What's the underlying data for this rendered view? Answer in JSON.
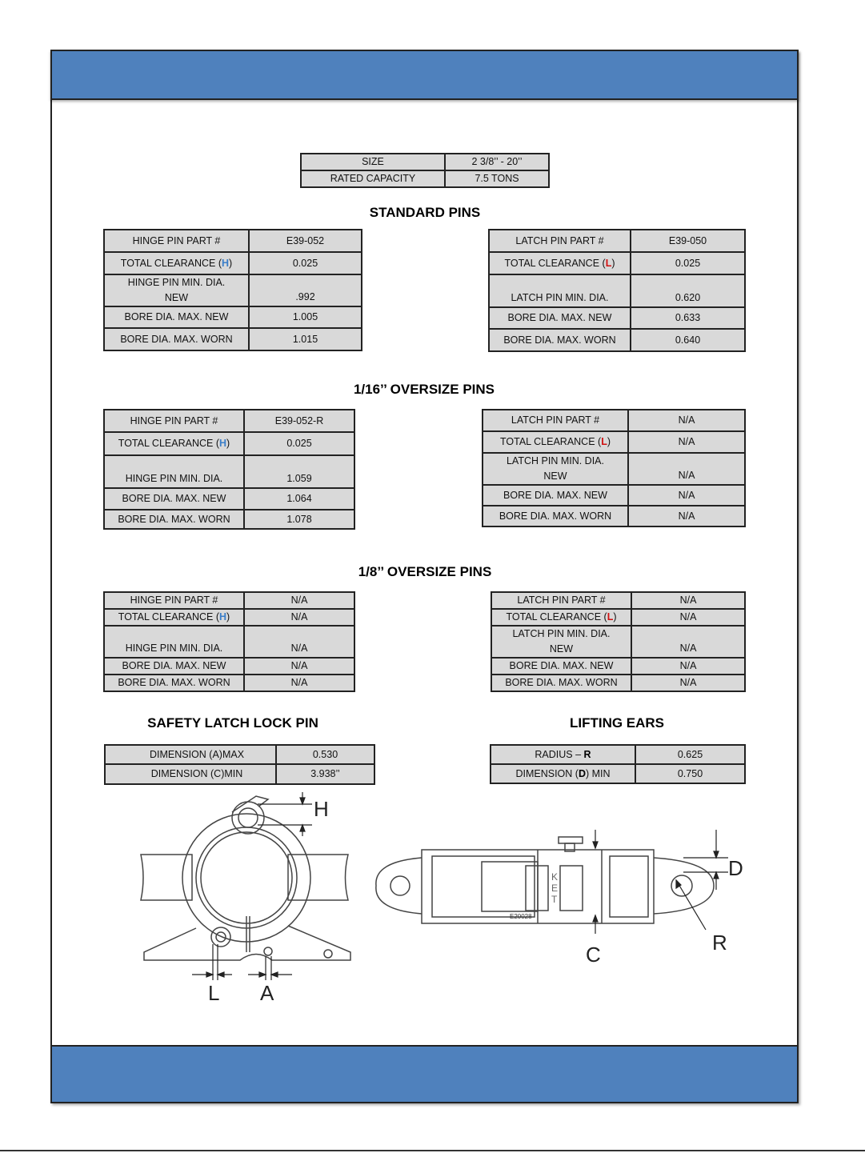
{
  "summary": {
    "rows": [
      {
        "label": "SIZE",
        "value": "2 3/8’’ - 20’’"
      },
      {
        "label": "RATED CAPACITY",
        "value": "7.5 TONS"
      }
    ]
  },
  "standard": {
    "title": "STANDARD PINS",
    "hinge": {
      "part_label": "HINGE PIN PART #",
      "part_value": "E39-052",
      "clear_pre": "TOTAL CLEARANCE (",
      "clear_letter": "H",
      "clear_post": ")",
      "clear_value": "0.025",
      "min_line1": "HINGE PIN MIN. DIA.",
      "min_line2": "NEW",
      "min_value": ".992",
      "bore_new_label": "BORE DIA. MAX. NEW",
      "bore_new_value": "1.005",
      "bore_worn_label": "BORE DIA. MAX. WORN",
      "bore_worn_value": "1.015"
    },
    "latch": {
      "part_label": "LATCH PIN PART #",
      "part_value": "E39-050",
      "clear_pre": "TOTAL CLEARANCE (",
      "clear_letter": "L",
      "clear_post": ")",
      "clear_value": "0.025",
      "min_label": "LATCH PIN MIN. DIA.",
      "min_value": "0.620",
      "bore_new_label": "BORE DIA. MAX. NEW",
      "bore_new_value": "0.633",
      "bore_worn_label": "BORE DIA. MAX. WORN",
      "bore_worn_value": "0.640"
    }
  },
  "oversize16": {
    "title": "1/16’’ OVERSIZE PINS",
    "hinge": {
      "part_label": "HINGE PIN PART #",
      "part_value": "E39-052-R",
      "clear_pre": "TOTAL CLEARANCE (",
      "clear_letter": "H",
      "clear_post": ")",
      "clear_value": "0.025",
      "min_label": "HINGE PIN MIN. DIA.",
      "min_value": "1.059",
      "bore_new_label": "BORE DIA. MAX. NEW",
      "bore_new_value": "1.064",
      "bore_worn_label": "BORE DIA. MAX. WORN",
      "bore_worn_value": "1.078"
    },
    "latch": {
      "part_label": "LATCH PIN PART #",
      "part_value": "N/A",
      "clear_pre": "TOTAL CLEARANCE (",
      "clear_letter": "L",
      "clear_post": ")",
      "clear_value": "N/A",
      "min_line1": "LATCH PIN MIN. DIA.",
      "min_line2": "NEW",
      "min_value": "N/A",
      "bore_new_label": "BORE DIA. MAX. NEW",
      "bore_new_value": "N/A",
      "bore_worn_label": "BORE DIA. MAX. WORN",
      "bore_worn_value": "N/A"
    }
  },
  "oversize8": {
    "title": "1/8’’ OVERSIZE PINS",
    "hinge": {
      "part_label": "HINGE PIN PART #",
      "part_value": "N/A",
      "clear_pre": "TOTAL CLEARANCE (",
      "clear_letter": "H",
      "clear_post": ")",
      "clear_value": "N/A",
      "min_label": "HINGE PIN MIN. DIA.",
      "min_value": "N/A",
      "bore_new_label": "BORE DIA. MAX. NEW",
      "bore_new_value": "N/A",
      "bore_worn_label": "BORE DIA. MAX. WORN",
      "bore_worn_value": "N/A"
    },
    "latch": {
      "part_label": "LATCH PIN PART #",
      "part_value": "N/A",
      "clear_pre": "TOTAL CLEARANCE (",
      "clear_letter": "L",
      "clear_post": ")",
      "clear_value": "N/A",
      "min_line1": "LATCH PIN MIN. DIA.",
      "min_line2": "NEW",
      "min_value": "N/A",
      "bore_new_label": "BORE DIA. MAX. NEW",
      "bore_new_value": "N/A",
      "bore_worn_label": "BORE DIA. MAX. WORN",
      "bore_worn_value": "N/A"
    }
  },
  "safety": {
    "title": "SAFETY LATCH LOCK PIN",
    "rows": [
      {
        "label": "DIMENSION (A)MAX",
        "value": "0.530"
      },
      {
        "label": "DIMENSION (C)MIN",
        "value": "3.938’’"
      }
    ]
  },
  "ears": {
    "title": "LIFTING EARS",
    "radius_pre": "RADIUS – ",
    "radius_letter": "R",
    "radius_value": "0.625",
    "dim_pre": "DIMENSION (",
    "dim_letter": "D",
    "dim_post": ") MIN",
    "dim_value": "0.750"
  },
  "diagram": {
    "label_h": "H",
    "label_l": "L",
    "label_a": "A",
    "label_c": "C",
    "label_d": "D",
    "label_r": "R",
    "stamp_ket": [
      "K",
      "E",
      "T"
    ],
    "part_number": "E20028"
  },
  "colors": {
    "band": "#4f81bd",
    "cell": "#d9d9d9",
    "h_accent": "#3a7ec9",
    "l_accent": "#d01010"
  }
}
